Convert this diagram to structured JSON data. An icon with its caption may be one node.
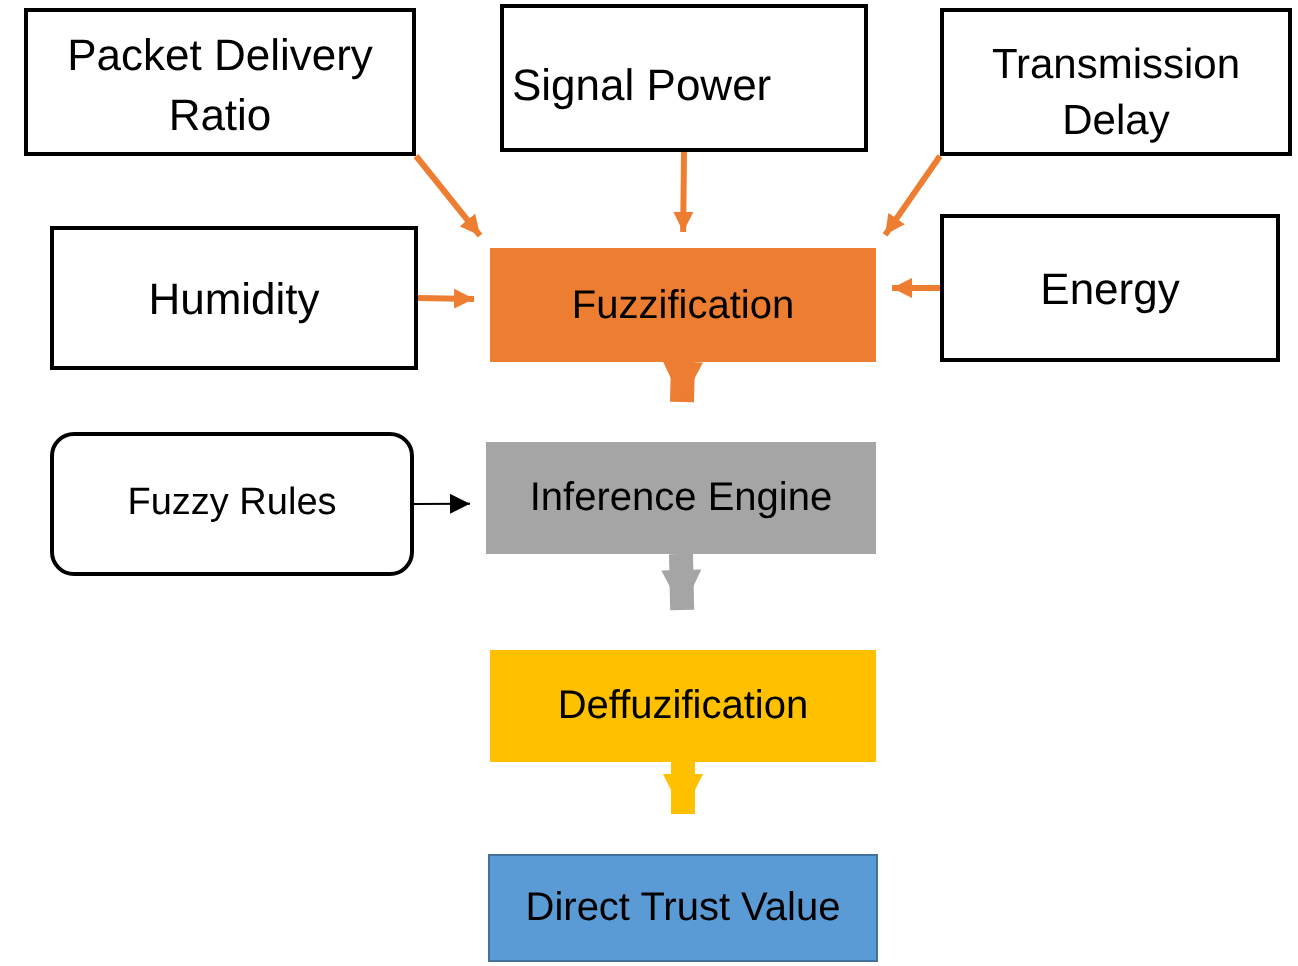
{
  "diagram": {
    "nodes": [
      {
        "text": [
          "Packet Delivery Ratio"
        ]
      },
      {
        "text": [
          "Signal Power"
        ]
      },
      {
        "text": [
          "Transmission Delay"
        ]
      },
      {
        "text": [
          "Humidity"
        ]
      },
      {
        "text": [
          "Fuzzification"
        ]
      },
      {
        "text": [
          "Energy"
        ]
      },
      {
        "text": [
          "Fuzzy Rules"
        ]
      },
      {
        "text": [
          "Inference Engine"
        ]
      },
      {
        "text": [
          "Deffuzification"
        ]
      },
      {
        "text": [
          "Direct Trust Value"
        ]
      }
    ],
    "edges": [
      {
        "from": 0,
        "to": 4,
        "arrow": "to"
      },
      {
        "from": 1,
        "to": 4,
        "arrow": "to"
      },
      {
        "from": 2,
        "to": 4,
        "arrow": "to"
      },
      {
        "from": 3,
        "to": 4,
        "arrow": "to"
      },
      {
        "from": 5,
        "to": 4,
        "arrow": "to"
      },
      {
        "from": 6,
        "to": 7,
        "arrow": "to",
        "color": "#000000"
      },
      {
        "from": 4,
        "to": 7,
        "arrow": "to",
        "style": "thick"
      },
      {
        "from": 7,
        "to": 8,
        "arrow": "to",
        "style": "thick",
        "color": "#a5a5a5"
      },
      {
        "from": 8,
        "to": 9,
        "arrow": "to",
        "style": "thick",
        "color": "#ffc000"
      }
    ]
  }
}
